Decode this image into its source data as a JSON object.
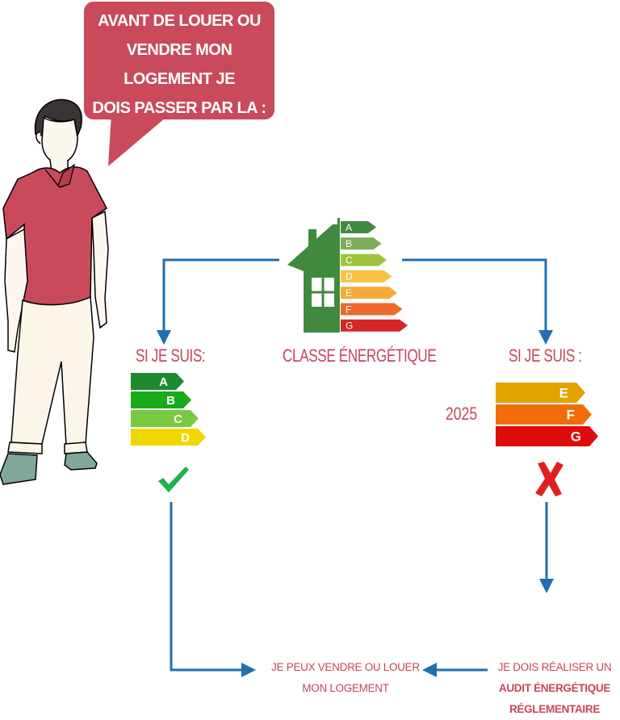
{
  "bubble": {
    "lines": [
      "AVANT DE LOUER OU",
      "VENDRE MON LOGEMENT JE",
      "DOIS PASSER PAR LA :"
    ]
  },
  "center": {
    "house_label": "CLASSE ÉNERGÉTIQUE",
    "house_ratings": [
      "A",
      "B",
      "C",
      "D",
      "E",
      "F",
      "G"
    ]
  },
  "left_branch": {
    "title": "SI JE SUIS:",
    "ratings": [
      "A",
      "B",
      "C",
      "D"
    ]
  },
  "right_branch": {
    "title": "SI JE SUIS :",
    "year": "2025",
    "ratings": [
      "E",
      "F",
      "G"
    ]
  },
  "outcomes": {
    "allowed_line1": "JE PEUX VENDRE OU LOUER",
    "allowed_line2": "MON LOGEMENT",
    "audit_line1": "JE DOIS RÉALISER UN",
    "audit_line2": "AUDIT ÉNERGÉTIQUE",
    "audit_line3": "RÉGLEMENTAIRE"
  },
  "colors": {
    "accent_red": "#c4475a",
    "bubble": "#c94a5b",
    "arrow": "#1f6fb2",
    "check": "#21b24b",
    "cross": "#e02020",
    "house": "#3f8a3f"
  }
}
